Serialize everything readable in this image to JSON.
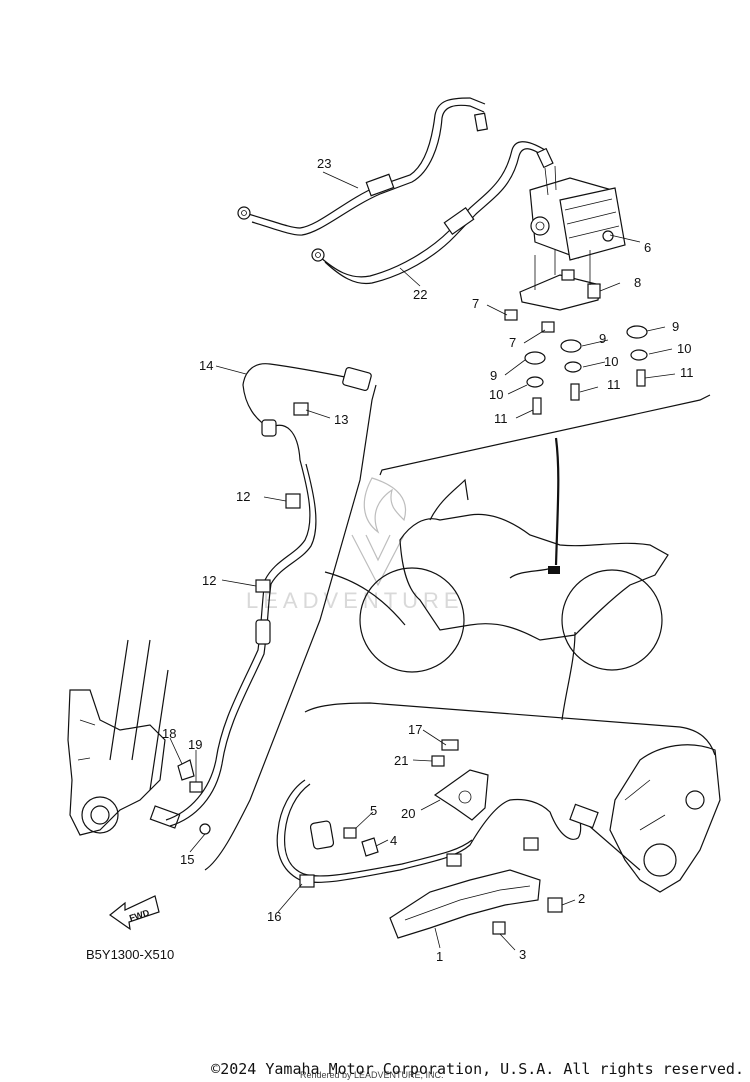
{
  "diagram": {
    "code": "B5Y1300-X510",
    "fwd_label": "FWD",
    "watermark": "LEADVENTURE",
    "copyright": "©2024 Yamaha Motor Corporation, U.S.A. All rights reserved.",
    "render_note": "Rendered by LEADVENTURE, INC.",
    "callouts": [
      "1",
      "2",
      "3",
      "4",
      "5",
      "6",
      "7",
      "7",
      "8",
      "9",
      "9",
      "9",
      "10",
      "10",
      "10",
      "11",
      "11",
      "11",
      "12",
      "12",
      "13",
      "14",
      "15",
      "16",
      "17",
      "18",
      "19",
      "20",
      "21",
      "22",
      "23"
    ]
  }
}
